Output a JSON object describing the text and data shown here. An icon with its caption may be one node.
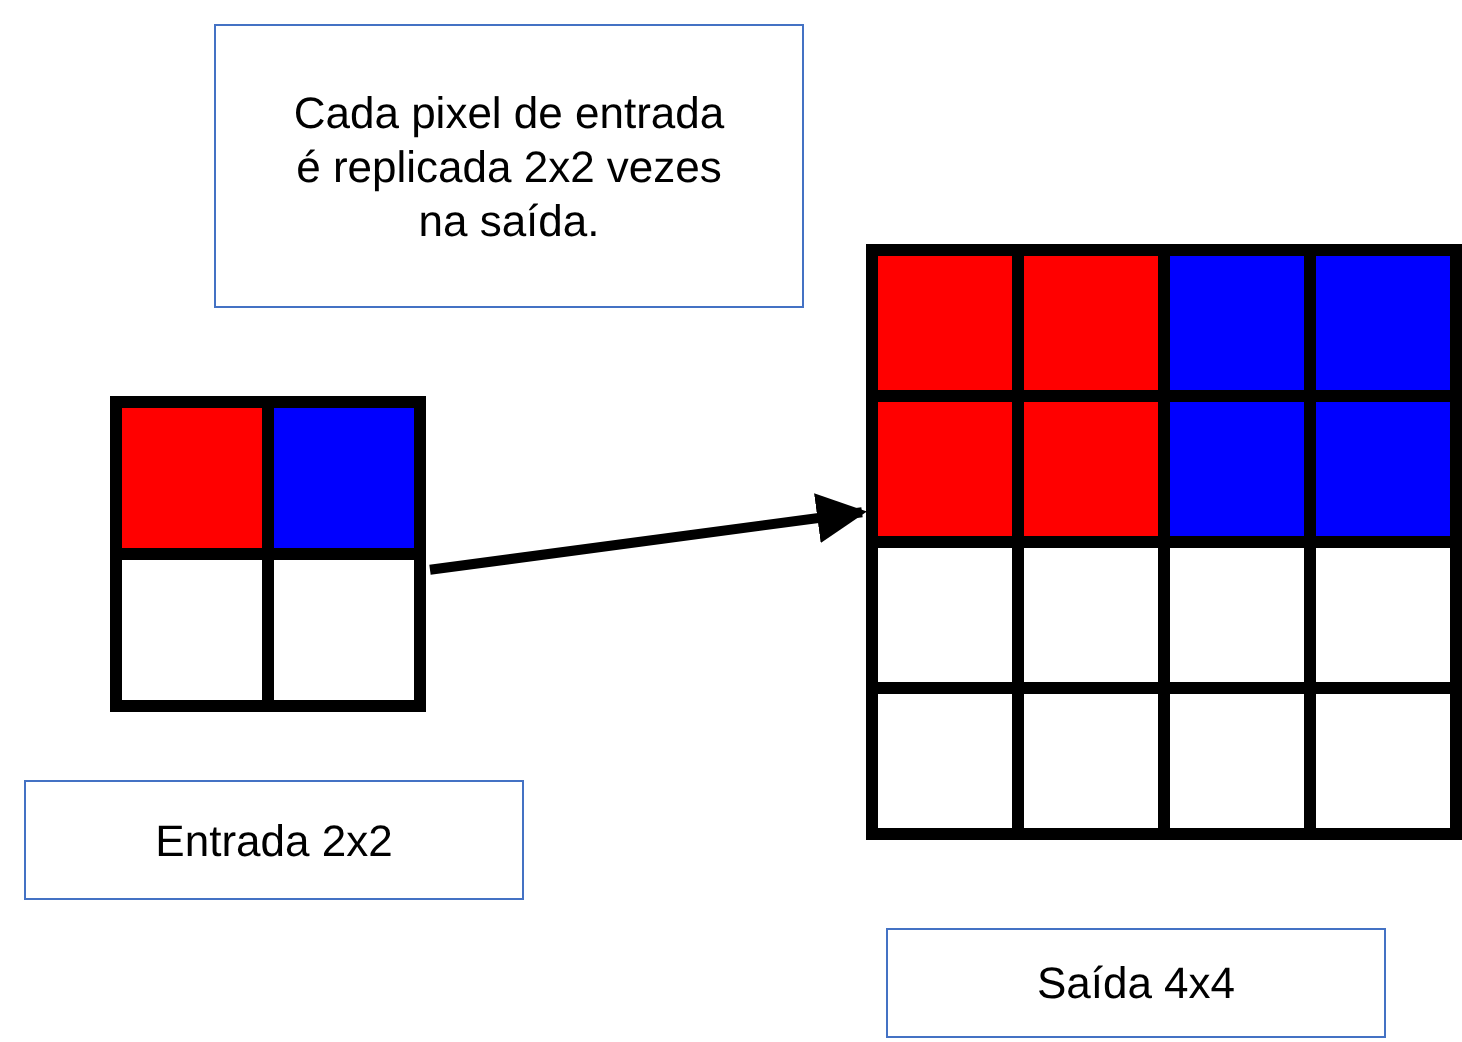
{
  "diagram": {
    "nodes": [
      {
        "text": [
          "Cada pixel de entrada é replicada 2x2 vezes na saída."
        ]
      },
      {
        "text": [],
        "shape": "grid"
      },
      {
        "text": [
          "Entrada 2x2"
        ]
      },
      {
        "text": [],
        "shape": "grid"
      },
      {
        "text": [
          "Saída 4x4"
        ]
      }
    ],
    "edges": [
      {
        "from": 1,
        "to": 3,
        "arrow": "to"
      }
    ]
  }
}
